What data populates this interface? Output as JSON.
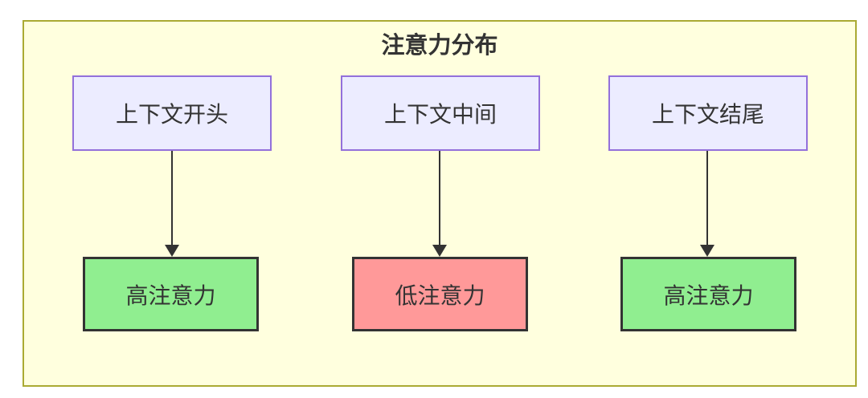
{
  "diagram": {
    "title": "注意力分布",
    "type": "flowchart",
    "colors": {
      "page_bg": "#ffffff",
      "container_bg": "#ffffde",
      "container_border": "#aaaa33",
      "source_fill": "#ececff",
      "source_border": "#9370db",
      "high_fill": "#90ee90",
      "low_fill": "#ff9999",
      "result_border": "#333333",
      "arrow_color": "#333333",
      "text_color": "#333333"
    },
    "columns": [
      {
        "source": "上下文开头",
        "result": "高注意力",
        "level": "high"
      },
      {
        "source": "上下文中间",
        "result": "低注意力",
        "level": "low"
      },
      {
        "source": "上下文结尾",
        "result": "高注意力",
        "level": "high"
      }
    ]
  }
}
